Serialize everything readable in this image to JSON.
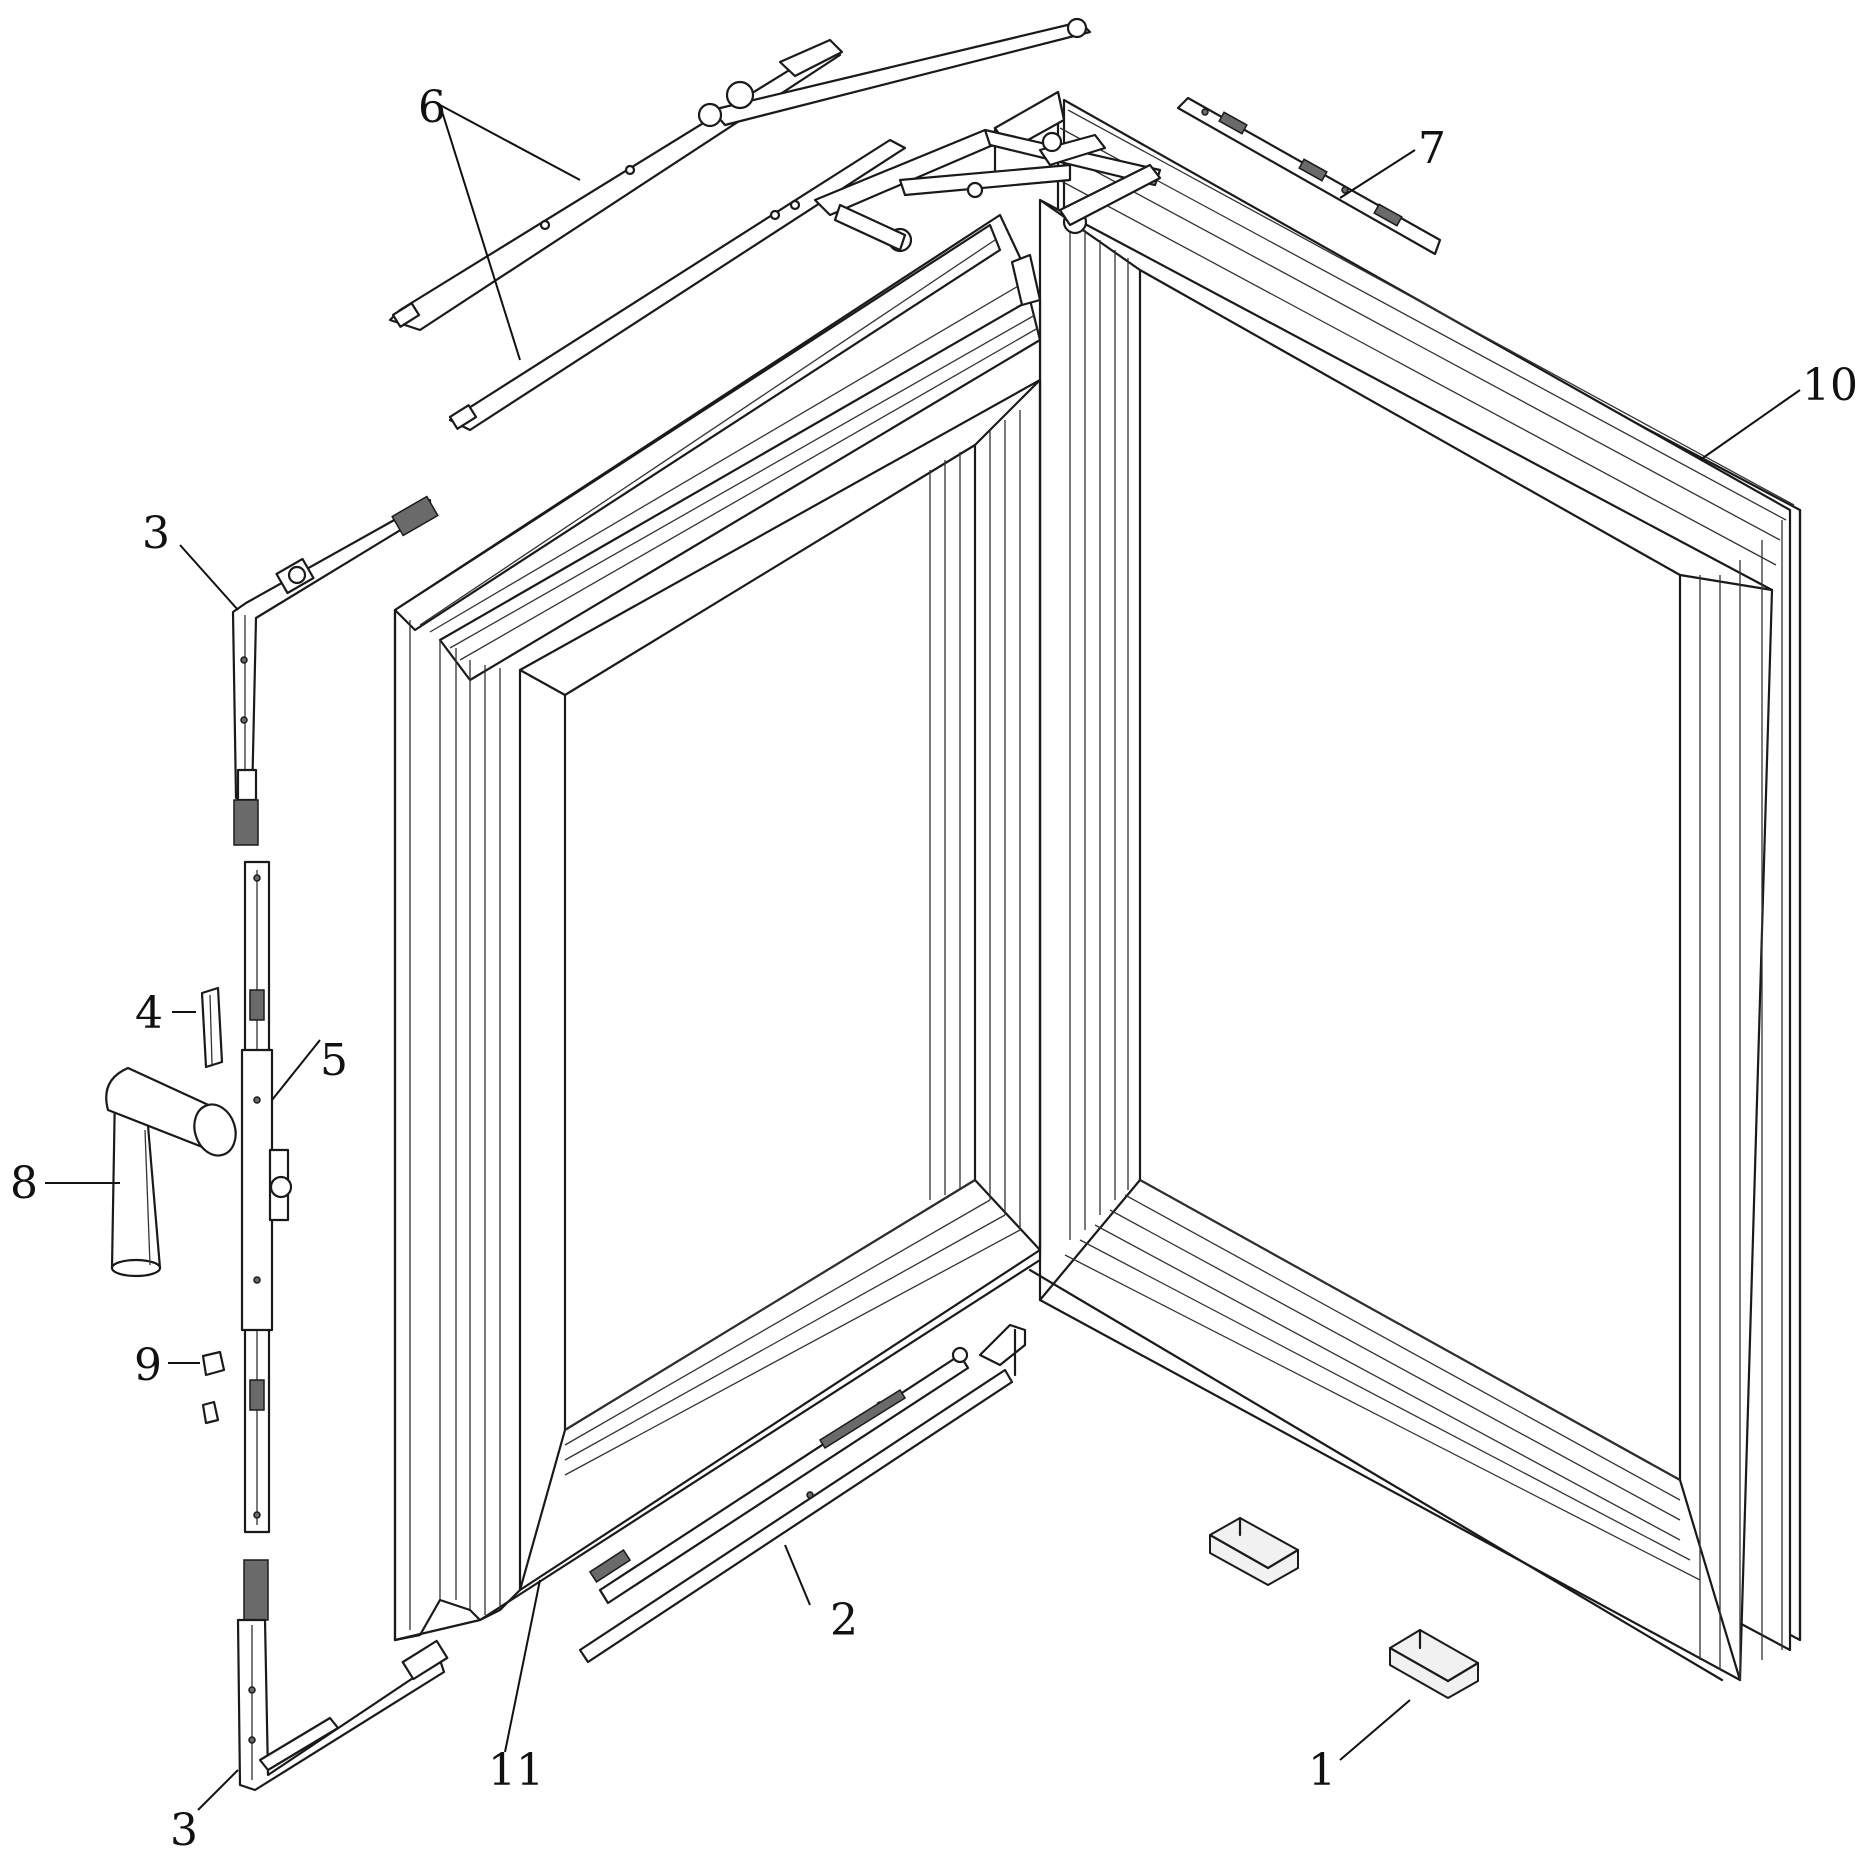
{
  "figure": {
    "callouts": [
      {
        "id": "label-1",
        "text": "1"
      },
      {
        "id": "label-2",
        "text": "2"
      },
      {
        "id": "label-3-top",
        "text": "3"
      },
      {
        "id": "label-3-bottom",
        "text": "3"
      },
      {
        "id": "label-4",
        "text": "4"
      },
      {
        "id": "label-5",
        "text": "5"
      },
      {
        "id": "label-6",
        "text": "6"
      },
      {
        "id": "label-7",
        "text": "7"
      },
      {
        "id": "label-8",
        "text": "8"
      },
      {
        "id": "label-9",
        "text": "9"
      },
      {
        "id": "label-10",
        "text": "10"
      },
      {
        "id": "label-11",
        "text": "11"
      }
    ]
  }
}
